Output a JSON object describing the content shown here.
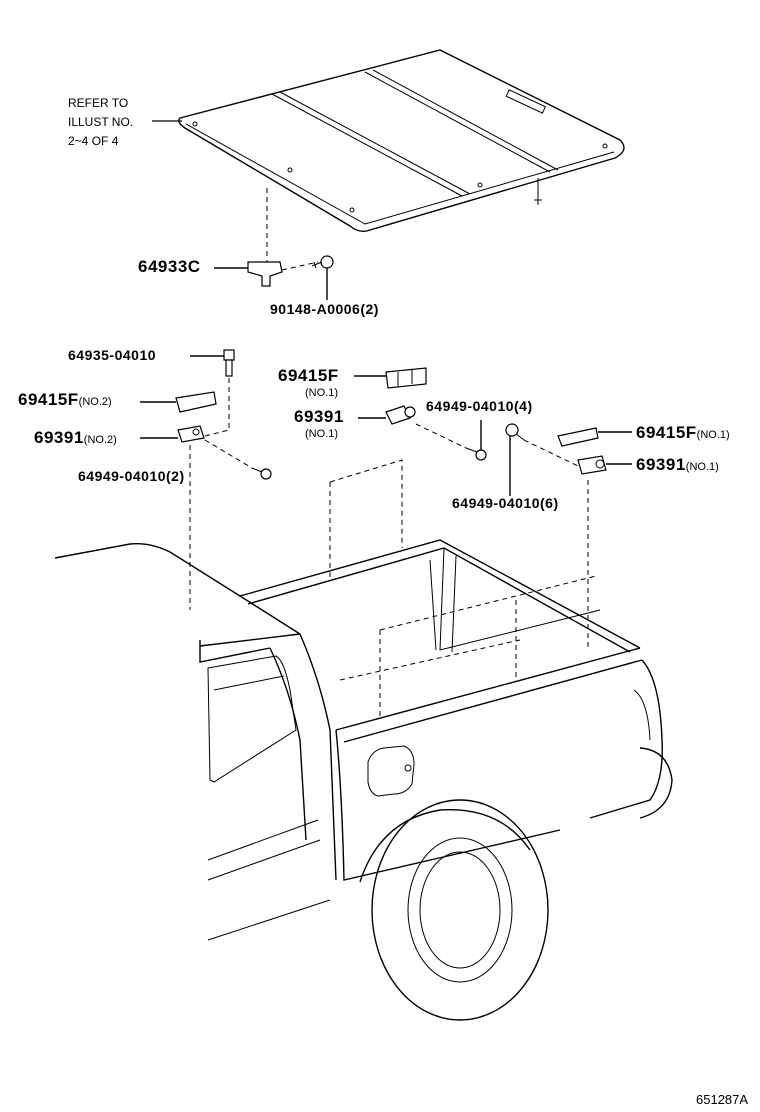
{
  "refer_note": {
    "line1": "REFER TO",
    "line2": "ILLUST NO.",
    "line3": "2~4 OF 4"
  },
  "labels": {
    "p64933C": "64933C",
    "p90148": "90148-A0006(2)",
    "p64935": "64935-04010",
    "p69415F_no2": "69415F",
    "p69415F_no2_sub": "(NO.2)",
    "p69391_no2": "69391",
    "p69391_no2_sub": "(NO.2)",
    "p64949_2": "64949-04010(2)",
    "p69415F_center": "69415F",
    "p69415F_center_sub": "(NO.1)",
    "p69391_center": "69391",
    "p69391_center_sub": "(NO.1)",
    "p64949_4": "64949-04010(4)",
    "p64949_6": "64949-04010(6)",
    "p69415F_right": "69415F",
    "p69415F_right_sub": "(NO.1)",
    "p69391_right": "69391",
    "p69391_right_sub": "(NO.1)"
  },
  "figure_id": "651287A"
}
